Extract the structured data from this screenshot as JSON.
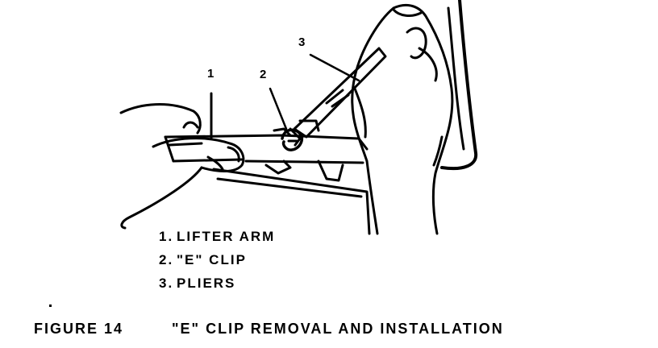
{
  "callouts": [
    "1",
    "2",
    "3"
  ],
  "legend": [
    {
      "num": "1.",
      "label": "LIFTER ARM"
    },
    {
      "num": "2.",
      "label": "\"E\" CLIP"
    },
    {
      "num": "3.",
      "label": "PLIERS"
    }
  ],
  "caption": {
    "label": "FIGURE 14",
    "title": "\"E\" CLIP REMOVAL AND INSTALLATION"
  }
}
